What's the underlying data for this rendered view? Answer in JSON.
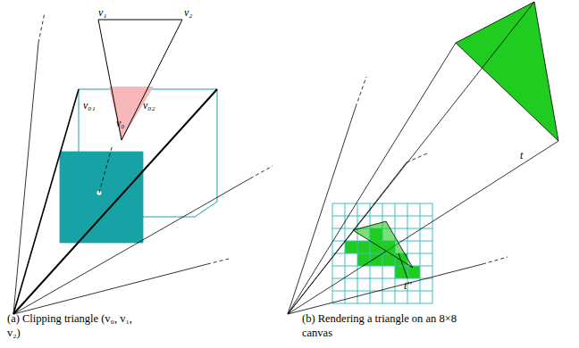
{
  "diagram": {
    "labels": [
      "v₁",
      "v₂",
      "v₀₁",
      "v₀₂",
      "v₀",
      "t",
      "t′′",
      "(a) Clipping triangle (v₀, v₁, v₂)",
      "(b) Rendering a triangle on an 8×8 canvas"
    ]
  }
}
